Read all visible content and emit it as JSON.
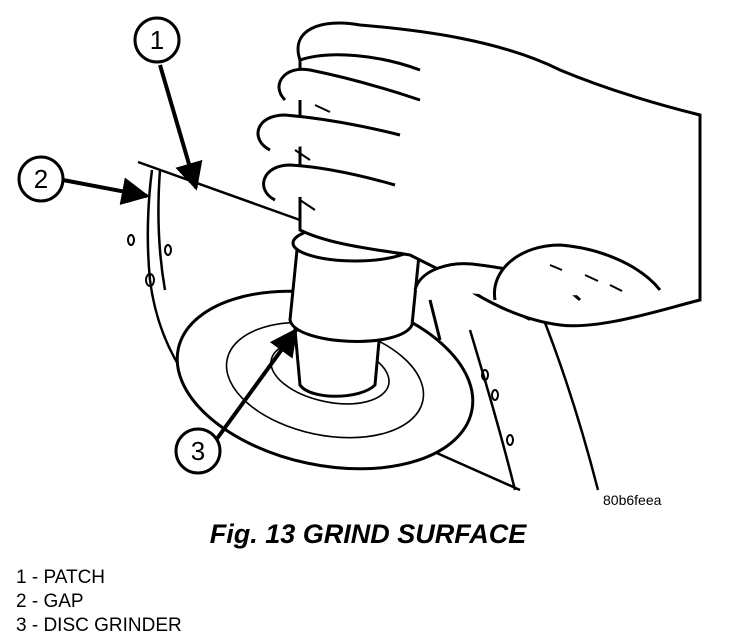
{
  "figure": {
    "code": "80b6feea",
    "caption": "Fig. 13 GRIND SURFACE"
  },
  "callouts": [
    {
      "number": "1"
    },
    {
      "number": "2"
    },
    {
      "number": "3"
    }
  ],
  "legend": [
    {
      "text": "1 - PATCH"
    },
    {
      "text": "2 - GAP"
    },
    {
      "text": "3 - DISC GRINDER"
    }
  ]
}
